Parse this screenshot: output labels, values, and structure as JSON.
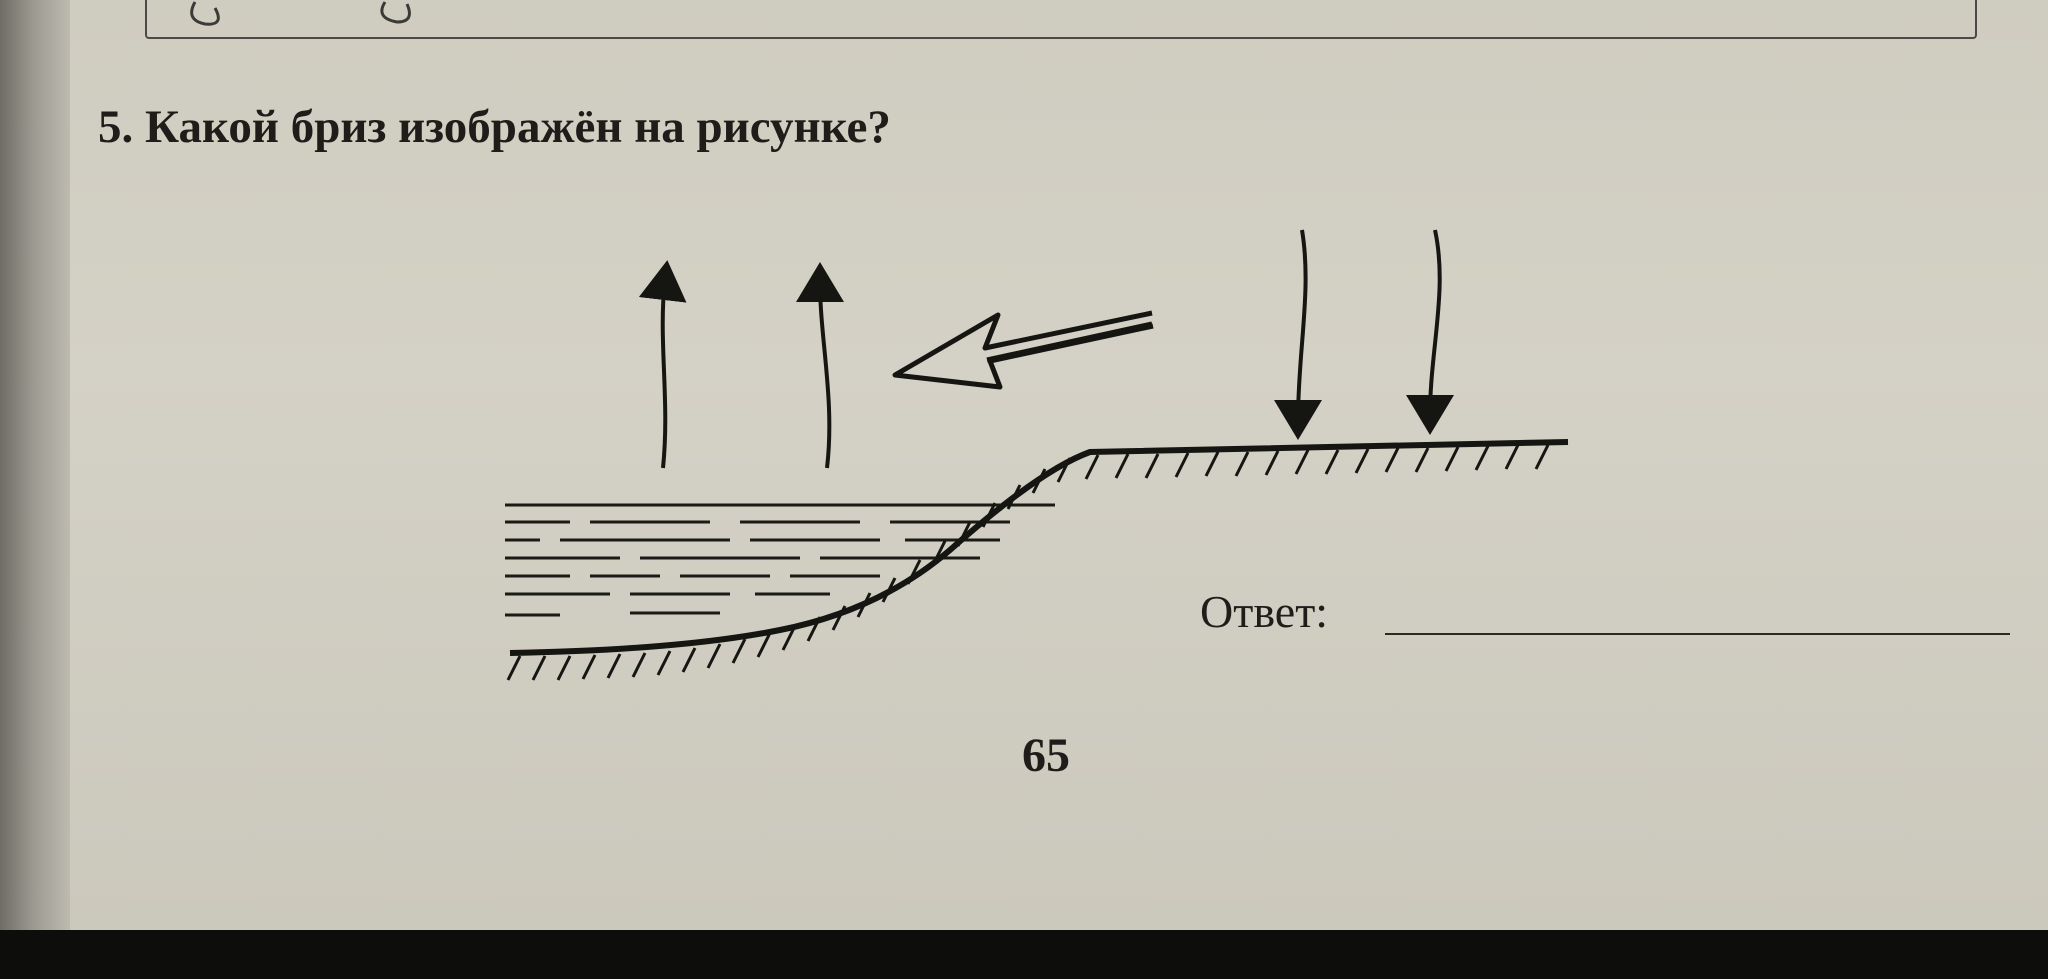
{
  "question": {
    "text": "5. Какой бриз изображён на рисунке?"
  },
  "answer": {
    "label": "Ответ:",
    "value": ""
  },
  "page_number": "65"
}
